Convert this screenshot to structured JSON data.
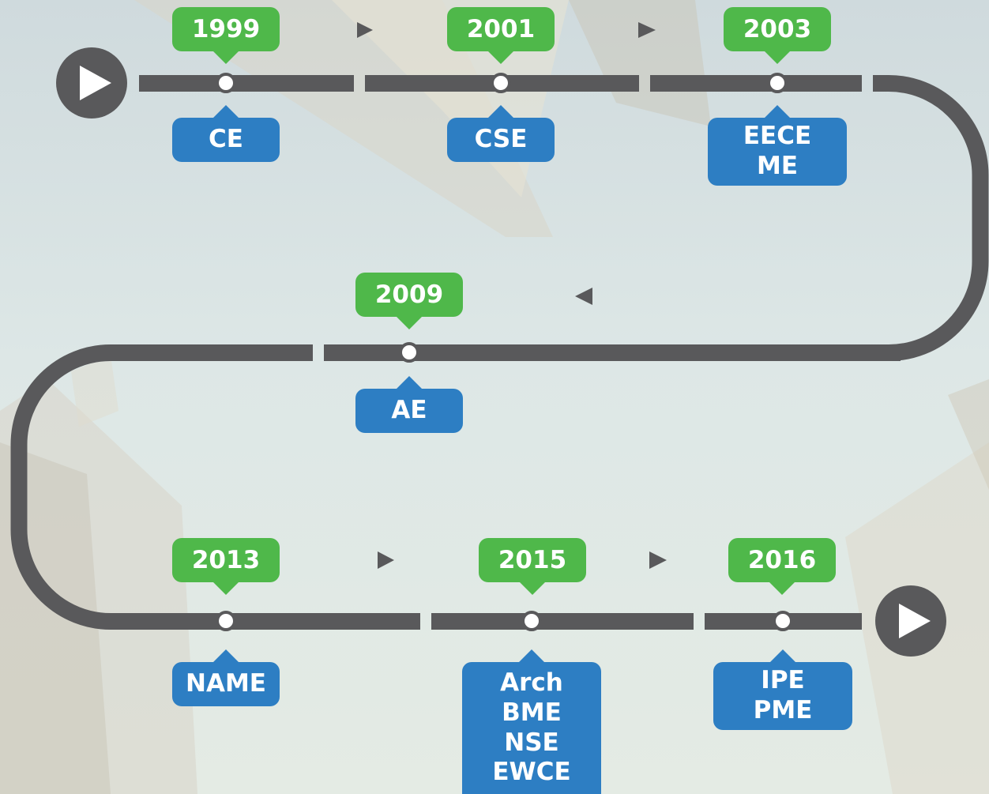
{
  "colors": {
    "track": "#59595b",
    "year_tag": "#4fb84a",
    "program_tag": "#2d7ec3",
    "node_fill": "#ffffff"
  },
  "icons": {
    "start": "play-circle-icon",
    "end": "play-circle-icon",
    "direction": "triangle-arrow-icon"
  },
  "milestones": [
    {
      "year": "1999",
      "programs": [
        "CE"
      ]
    },
    {
      "year": "2001",
      "programs": [
        "CSE"
      ]
    },
    {
      "year": "2003",
      "programs": [
        "EECE",
        "ME"
      ]
    },
    {
      "year": "2009",
      "programs": [
        "AE"
      ]
    },
    {
      "year": "2013",
      "programs": [
        "NAME"
      ]
    },
    {
      "year": "2015",
      "programs": [
        "Arch",
        "BME",
        "NSE",
        "EWCE"
      ]
    },
    {
      "year": "2016",
      "programs": [
        "IPE",
        "PME"
      ]
    }
  ]
}
